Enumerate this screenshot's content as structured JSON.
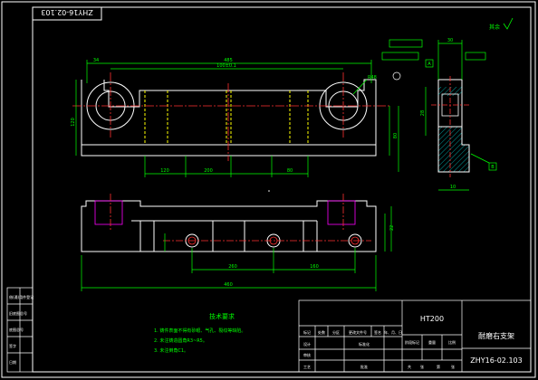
{
  "drawing": {
    "code_stamp": "ZHY16-02.103",
    "material": "HT200",
    "part_name": "耐磨右支架",
    "drawing_no": "ZHY16-02.103",
    "tech_title": "技术要求",
    "tech_notes": [
      "1. 铸件表面不得有砂眼、气孔、裂纹等缺陷。",
      "2. 未注铸造圆角R3~R5。",
      "3. 未注倒角C1。"
    ],
    "roughness_mark": "其余",
    "dims_front": [
      "485",
      "100±0.1",
      "R48",
      "120",
      "80",
      "120",
      "200",
      "80"
    ],
    "dims_plan": [
      "260",
      "160",
      "460",
      "22"
    ],
    "dims_side": [
      "34",
      "30",
      "28",
      "10"
    ],
    "datum_labels": [
      "A",
      "B"
    ],
    "title_block": {
      "marks": [
        "标记",
        "处数",
        "分区",
        "更改文件号",
        "签名",
        "年、月、日"
      ],
      "roles": [
        "设计",
        "审核",
        "工艺",
        "标准化",
        "批准"
      ],
      "stage_cols": [
        "阶段标记",
        "重量",
        "比例"
      ],
      "sheet_cols": [
        "共",
        "张",
        "第",
        "张"
      ]
    },
    "side_strip": [
      "借(通)用件登记",
      "旧底图总号",
      "底图总号",
      "签字",
      "日期"
    ]
  },
  "colors": {
    "background": "#000000",
    "frame": "#ffffff",
    "outline": "#ffffff",
    "dimension": "#00ff00",
    "text": "#ffffff",
    "centerline": "#ff3030",
    "hidden": "#ffff00",
    "bolt": "#ff00ff",
    "hatch": "#00ffff"
  }
}
